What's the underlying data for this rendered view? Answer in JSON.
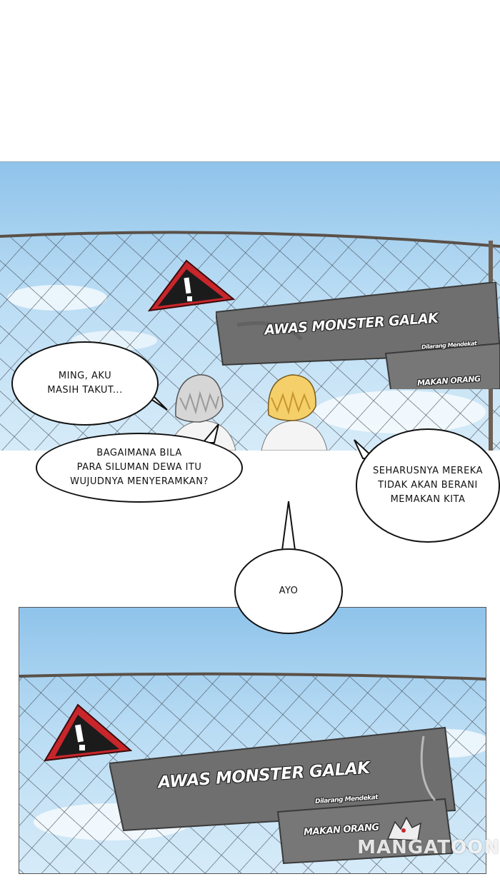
{
  "panel_1": {
    "sign_title": "AWAS MONSTER GALAK",
    "sign_subtitle": "Dilarang Mendekat",
    "sign_plate": "MAKAN ORANG",
    "warning_symbol": "!"
  },
  "dialogue": {
    "bubble_1": "MING, AKU\nMASIH TAKUT...",
    "bubble_2": "BAGAIMANA BILA\nPARA SILUMAN DEWA ITU\nWUJUDNYA MENYERAMKAN?",
    "bubble_3": "SEHARUSNYA MEREKA\nTIDAK AKAN BERANI\nMEMAKAN KITA",
    "bubble_4": "AYO"
  },
  "panel_2": {
    "sign_title": "AWAS MONSTER GALAK",
    "sign_subtitle": "Dilarang Mendekat",
    "sign_plate": "MAKAN ORANG",
    "warning_symbol": "!"
  },
  "watermark": "MANGATOON",
  "colors": {
    "sky_top": "#8fc3ea",
    "sky_bottom": "#d6ebf8",
    "sign_gray": "#6f6f6f",
    "warning_red": "#c8262b",
    "fence_line": "#4d5560"
  },
  "icons": [
    "warning-triangle-icon",
    "monster-sketch-icon"
  ]
}
